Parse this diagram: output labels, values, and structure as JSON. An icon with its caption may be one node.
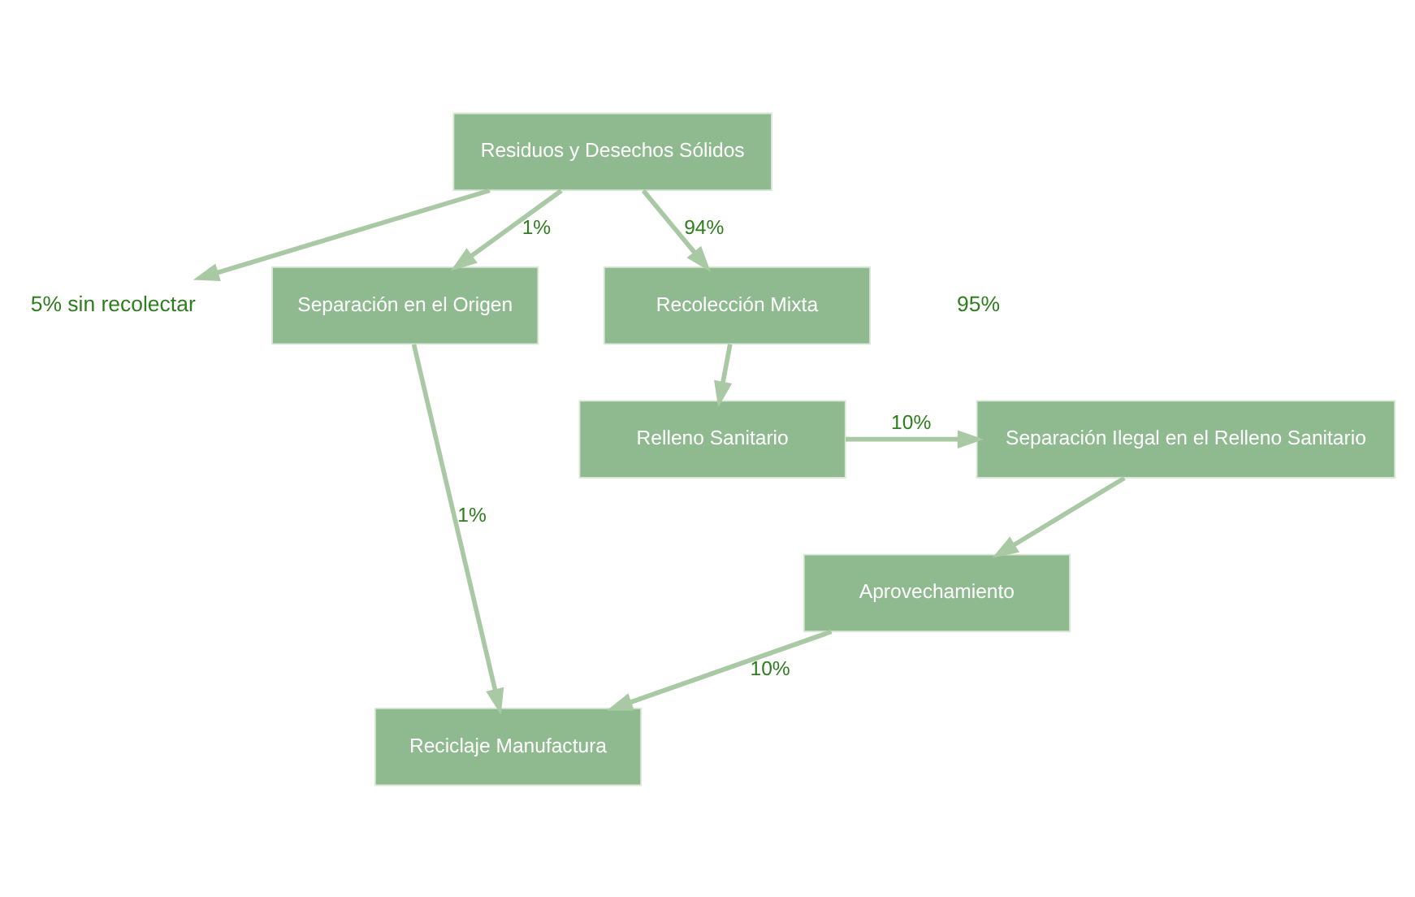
{
  "diagram": {
    "nodes": [
      {
        "text": [
          "Residuos y Desechos Sólidos"
        ]
      },
      {
        "text": [
          "5% sin recolectar"
        ]
      },
      {
        "text": [
          "Separación en el Origen"
        ]
      },
      {
        "text": [
          "Recolección Mixta"
        ]
      },
      {
        "text": [
          "Separación Ilegal en el Relleno Sanitario"
        ]
      },
      {
        "text": [
          "Relleno Sanitario"
        ]
      },
      {
        "text": [
          "Aprovechamiento"
        ]
      },
      {
        "text": [
          "Reciclaje Manufactura"
        ]
      }
    ],
    "edges": [
      {
        "from": 0,
        "to": 1,
        "arrow": "to"
      },
      {
        "from": 0,
        "to": 2,
        "arrow": "to",
        "label": "1%"
      },
      {
        "from": 0,
        "to": 3,
        "arrow": "to",
        "label": "94%"
      },
      {
        "from": 3,
        "to": 5,
        "arrow": "to"
      },
      {
        "from": 5,
        "to": 4,
        "arrow": "to",
        "label": "10%"
      },
      {
        "from": 4,
        "to": 6,
        "arrow": "to"
      },
      {
        "from": 2,
        "to": 7,
        "arrow": "to",
        "label": "1%"
      },
      {
        "from": 6,
        "to": 7,
        "arrow": "to",
        "label": "10%"
      }
    ],
    "labels": [
      "95%"
    ]
  }
}
